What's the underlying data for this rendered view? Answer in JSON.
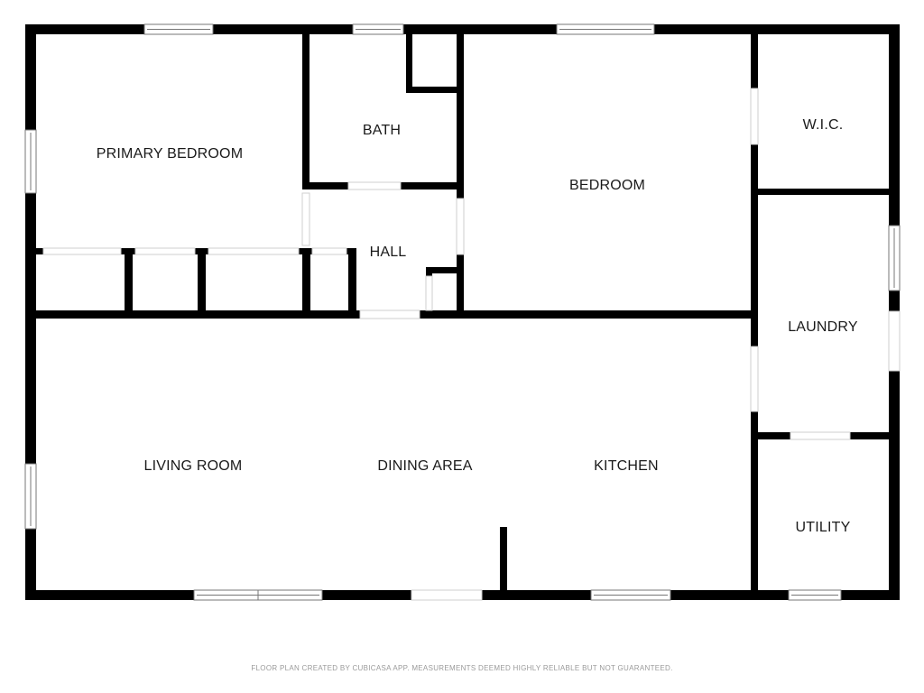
{
  "rooms": {
    "primary_bedroom": "PRIMARY BEDROOM",
    "bath": "BATH",
    "bedroom": "BEDROOM",
    "wic": "W.I.C.",
    "hall": "HALL",
    "laundry": "LAUNDRY",
    "living_room": "LIVING ROOM",
    "dining_area": "DINING AREA",
    "kitchen": "KITCHEN",
    "utility": "UTILITY"
  },
  "footer": {
    "note": "FLOOR PLAN CREATED BY CUBICASA APP. MEASUREMENTS DEEMED HIGHLY RELIABLE BUT NOT GUARANTEED."
  },
  "colors": {
    "wall": "#000000",
    "background": "#ffffff",
    "window_frame": "#888888"
  }
}
